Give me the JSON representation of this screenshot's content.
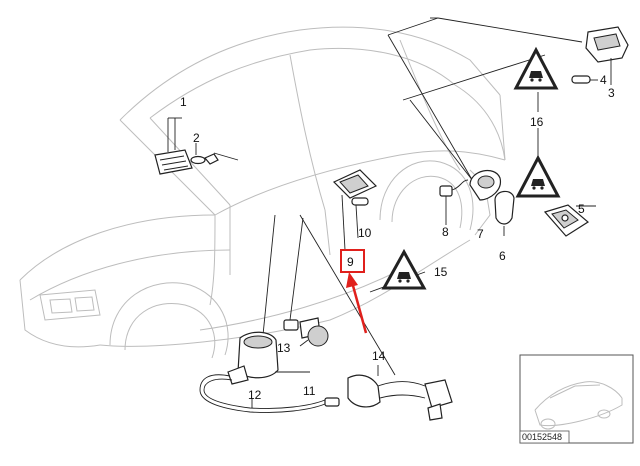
{
  "diagram": {
    "callouts": [
      "1",
      "2",
      "3",
      "4",
      "5",
      "6",
      "7",
      "8",
      "9",
      "10",
      "11",
      "12",
      "13",
      "14",
      "15",
      "16"
    ],
    "highlighted_callout": "9",
    "highlight_color": "#e0201c",
    "arrow_color": "#e0201c",
    "thumbnail": {
      "image_number": "00152548"
    }
  }
}
